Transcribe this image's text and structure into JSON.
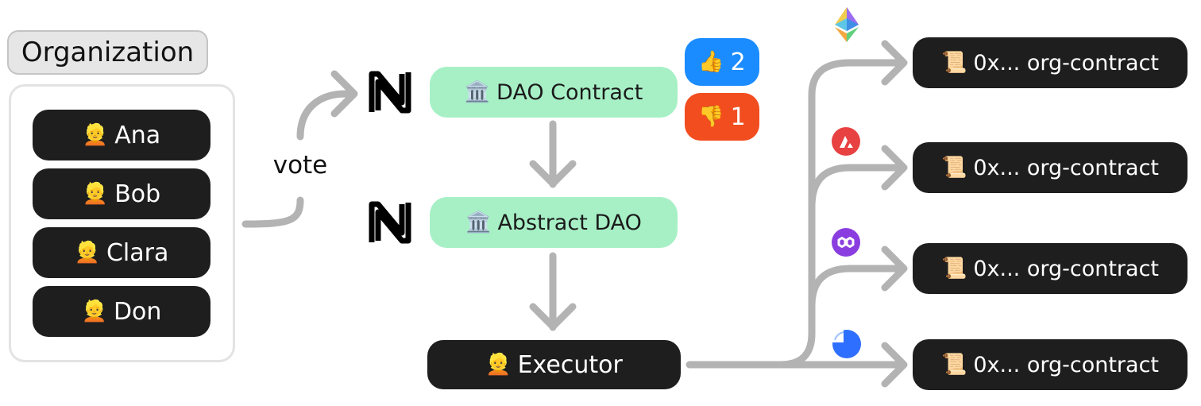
{
  "organization": {
    "title": "Organization",
    "members": [
      {
        "emoji": "👱",
        "name": "Ana"
      },
      {
        "emoji": "👱",
        "name": "Bob"
      },
      {
        "emoji": "👱",
        "name": "Clara"
      },
      {
        "emoji": "👱",
        "name": "Don"
      }
    ]
  },
  "vote_label": "vote",
  "dao_contract": {
    "emoji": "🏛️",
    "label": "DAO Contract"
  },
  "abstract_dao": {
    "emoji": "🏛️",
    "label": "Abstract DAO"
  },
  "executor": {
    "emoji": "👱",
    "label": "Executor"
  },
  "votes": {
    "up": {
      "emoji": "👍",
      "count": "2",
      "color": "#1a8cff"
    },
    "down": {
      "emoji": "👎",
      "count": "1",
      "color": "#f24d1f"
    }
  },
  "contracts": [
    {
      "emoji": "📜",
      "label": "0x... org-contract",
      "chain_icon": "ethereum-icon"
    },
    {
      "emoji": "📜",
      "label": "0x... org-contract",
      "chain_icon": "avalanche-icon"
    },
    {
      "emoji": "📜",
      "label": "0x... org-contract",
      "chain_icon": "polygon-icon"
    },
    {
      "emoji": "📜",
      "label": "0x... org-contract",
      "chain_icon": "base-icon"
    }
  ],
  "near_icon": "near-logo-icon",
  "colors": {
    "pill_dark": "#1e1e1e",
    "green_node": "#a7f0c6",
    "arrow_gray": "#b3b3b3"
  }
}
